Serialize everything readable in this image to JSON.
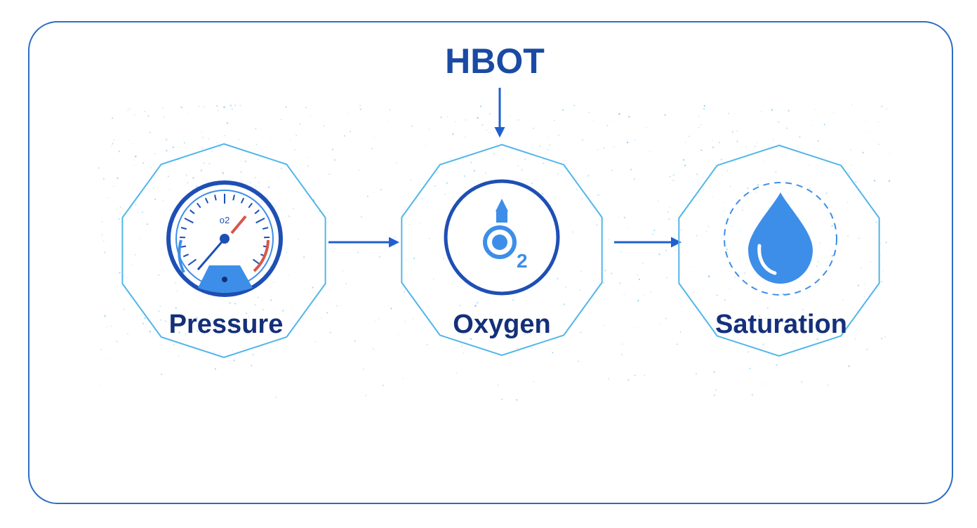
{
  "title": "HBOT",
  "nodes": [
    {
      "label": "Pressure",
      "icon": "pressure-gauge-icon"
    },
    {
      "label": "Oxygen",
      "icon": "oxygen-o2-icon",
      "icon_text": "2",
      "gauge_text": "o2"
    },
    {
      "label": "Saturation",
      "icon": "water-drop-icon"
    }
  ],
  "colors": {
    "frame": "#2c6dc4",
    "title": "#1a4aa3",
    "arrow": "#1f5fcf",
    "hex_outline": "#52b6ea",
    "label": "#14307a",
    "icon_dark": "#1e4fb5",
    "icon_fill": "#3d8ee8",
    "needle_red": "#d9554a"
  }
}
